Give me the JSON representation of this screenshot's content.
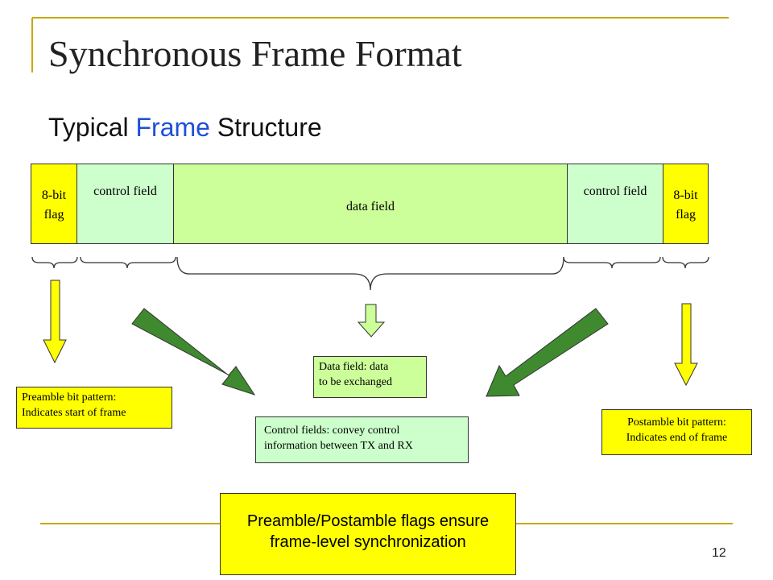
{
  "title": "Synchronous Frame Format",
  "subtitle": {
    "part1": "Typical ",
    "highlight": "Frame",
    "part2": " Structure",
    "highlight_color": "#1f4fd8"
  },
  "frame": {
    "left_flag": "8-bit flag",
    "left_control": "control field",
    "data": "data field",
    "right_control": "control field",
    "right_flag": "8-bit flag"
  },
  "callouts": {
    "preamble": [
      "Preamble bit pattern:",
      "Indicates start of frame"
    ],
    "data": [
      "Data field: data",
      "to be exchanged"
    ],
    "control": [
      "Control fields: convey control",
      "information between TX and RX"
    ],
    "postamble": [
      "Postamble bit pattern:",
      "Indicates end of frame"
    ]
  },
  "summary": [
    "Preamble/Postamble flags ensure",
    "frame-level synchronization"
  ],
  "page_number": "12",
  "colors": {
    "accent_lines": "#c8a800",
    "flag_fill": "#ffff00",
    "control_fill": "#ccffcc",
    "data_fill": "#ccff99",
    "big_arrow_fill": "#3f8a2f"
  }
}
